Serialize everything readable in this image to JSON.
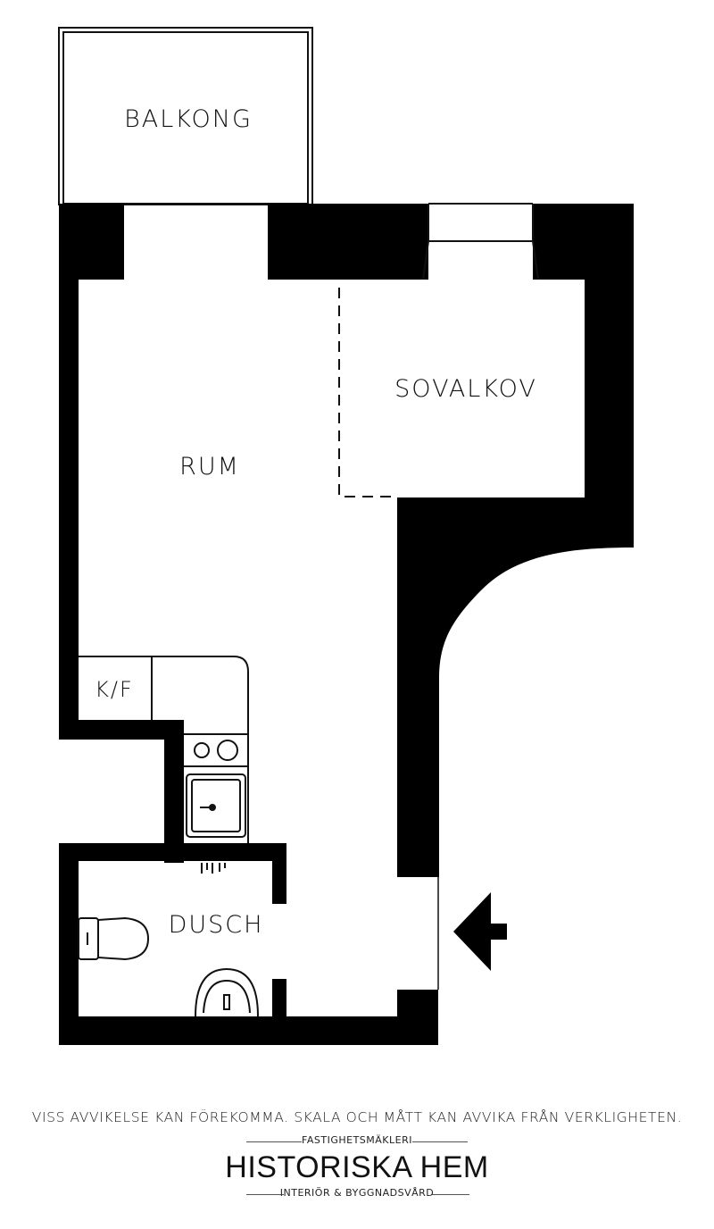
{
  "rooms": {
    "balcony": "BALKONG",
    "sleeping_alcove": "SOVALKOV",
    "room": "RUM",
    "fridge_freezer": "K/F",
    "shower": "DUSCH"
  },
  "footer": {
    "disclaimer": "VISS AVVIKELSE KAN FÖREKOMMA. SKALA OCH MÅTT KAN AVVIKA FRÅN VERKLIGHETEN.",
    "logo_top": "FASTIGHETSMÄKLERI",
    "logo_main": "HISTORISKA HEM",
    "logo_bottom": "INTERIÖR & BYGGNADSVÅRD"
  },
  "icons": {
    "entrance": "arrow-left-icon",
    "stove": "stove-icon",
    "sink": "sink-icon",
    "toilet": "toilet-icon",
    "washbasin": "washbasin-icon",
    "faucet": "faucet-icon"
  },
  "colors": {
    "wall": "#000000",
    "line": "#111111",
    "background": "#ffffff"
  }
}
